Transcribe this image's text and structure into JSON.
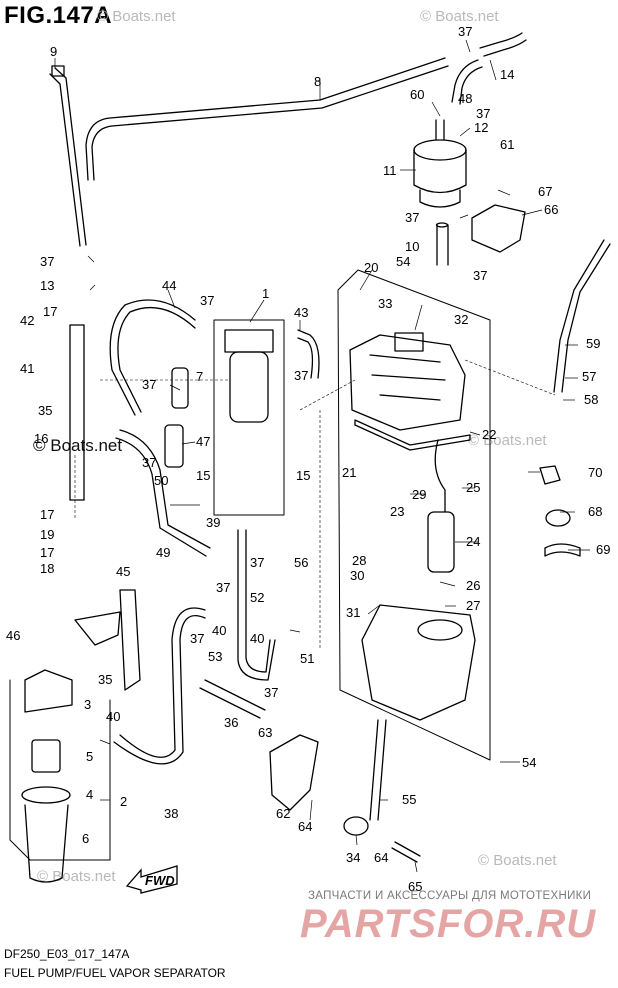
{
  "figure": {
    "title": "FIG.147A",
    "model_code": "DF250_E03_017_147A",
    "caption": "FUEL PUMP/FUEL VAPOR SEPARATOR"
  },
  "watermarks": {
    "boats_net": "© Boats.net",
    "advert_line": "ЗАПЧАСТИ И АКСЕССУАРЫ ДЛЯ МОТОТЕХНИКИ",
    "logo_text": "PARTSFOR.RU"
  },
  "fwd_label": "FWD",
  "callouts": [
    {
      "id": "c9",
      "label": "9"
    },
    {
      "id": "c8",
      "label": "8"
    },
    {
      "id": "c37a",
      "label": "37"
    },
    {
      "id": "c48",
      "label": "48"
    },
    {
      "id": "c14",
      "label": "14"
    },
    {
      "id": "c60",
      "label": "60"
    },
    {
      "id": "c37b",
      "label": "37"
    },
    {
      "id": "c12",
      "label": "12"
    },
    {
      "id": "c61",
      "label": "61"
    },
    {
      "id": "c11",
      "label": "11"
    },
    {
      "id": "c67",
      "label": "67"
    },
    {
      "id": "c66",
      "label": "66"
    },
    {
      "id": "c37c",
      "label": "37"
    },
    {
      "id": "c10",
      "label": "10"
    },
    {
      "id": "c54a",
      "label": "54"
    },
    {
      "id": "c37d",
      "label": "37"
    },
    {
      "id": "c37e",
      "label": "37"
    },
    {
      "id": "c20",
      "label": "20"
    },
    {
      "id": "c13",
      "label": "13"
    },
    {
      "id": "c44",
      "label": "44"
    },
    {
      "id": "c37f",
      "label": "37"
    },
    {
      "id": "c1",
      "label": "1"
    },
    {
      "id": "c43",
      "label": "43"
    },
    {
      "id": "c33",
      "label": "33"
    },
    {
      "id": "c32",
      "label": "32"
    },
    {
      "id": "c59",
      "label": "59"
    },
    {
      "id": "c17a",
      "label": "17"
    },
    {
      "id": "c42",
      "label": "42"
    },
    {
      "id": "c41",
      "label": "41"
    },
    {
      "id": "c37g",
      "label": "37"
    },
    {
      "id": "c7",
      "label": "7"
    },
    {
      "id": "c37h",
      "label": "37"
    },
    {
      "id": "c57",
      "label": "57"
    },
    {
      "id": "c35a",
      "label": "35"
    },
    {
      "id": "c58",
      "label": "58"
    },
    {
      "id": "c22",
      "label": "22"
    },
    {
      "id": "c16",
      "label": "16"
    },
    {
      "id": "c47",
      "label": "47"
    },
    {
      "id": "c37i",
      "label": "37"
    },
    {
      "id": "c21",
      "label": "21"
    },
    {
      "id": "c70",
      "label": "70"
    },
    {
      "id": "c15a",
      "label": "15"
    },
    {
      "id": "c15b",
      "label": "15"
    },
    {
      "id": "c25",
      "label": "25"
    },
    {
      "id": "c50",
      "label": "50"
    },
    {
      "id": "c29",
      "label": "29"
    },
    {
      "id": "c17b",
      "label": "17"
    },
    {
      "id": "c39",
      "label": "39"
    },
    {
      "id": "c23",
      "label": "23"
    },
    {
      "id": "c68",
      "label": "68"
    },
    {
      "id": "c19",
      "label": "19"
    },
    {
      "id": "c24",
      "label": "24"
    },
    {
      "id": "c17c",
      "label": "17"
    },
    {
      "id": "c49",
      "label": "49"
    },
    {
      "id": "c28",
      "label": "28"
    },
    {
      "id": "c69",
      "label": "69"
    },
    {
      "id": "c18",
      "label": "18"
    },
    {
      "id": "c37j",
      "label": "37"
    },
    {
      "id": "c56",
      "label": "56"
    },
    {
      "id": "c30",
      "label": "30"
    },
    {
      "id": "c26",
      "label": "26"
    },
    {
      "id": "c45",
      "label": "45"
    },
    {
      "id": "c37k",
      "label": "37"
    },
    {
      "id": "c52",
      "label": "52"
    },
    {
      "id": "c27",
      "label": "27"
    },
    {
      "id": "c31",
      "label": "31"
    },
    {
      "id": "c40a",
      "label": "40"
    },
    {
      "id": "c46",
      "label": "46"
    },
    {
      "id": "c37l",
      "label": "37"
    },
    {
      "id": "c40b",
      "label": "40"
    },
    {
      "id": "c53",
      "label": "53"
    },
    {
      "id": "c51",
      "label": "51"
    },
    {
      "id": "c35b",
      "label": "35"
    },
    {
      "id": "c3",
      "label": "3"
    },
    {
      "id": "c37m",
      "label": "37"
    },
    {
      "id": "c40c",
      "label": "40"
    },
    {
      "id": "c36",
      "label": "36"
    },
    {
      "id": "c63",
      "label": "63"
    },
    {
      "id": "c5",
      "label": "5"
    },
    {
      "id": "c54b",
      "label": "54"
    },
    {
      "id": "c4",
      "label": "4"
    },
    {
      "id": "c2",
      "label": "2"
    },
    {
      "id": "c38",
      "label": "38"
    },
    {
      "id": "c62",
      "label": "62"
    },
    {
      "id": "c64",
      "label": "64"
    },
    {
      "id": "c55",
      "label": "55"
    },
    {
      "id": "c6",
      "label": "6"
    },
    {
      "id": "c34",
      "label": "34"
    },
    {
      "id": "c64b",
      "label": "64"
    },
    {
      "id": "c65",
      "label": "65"
    }
  ]
}
